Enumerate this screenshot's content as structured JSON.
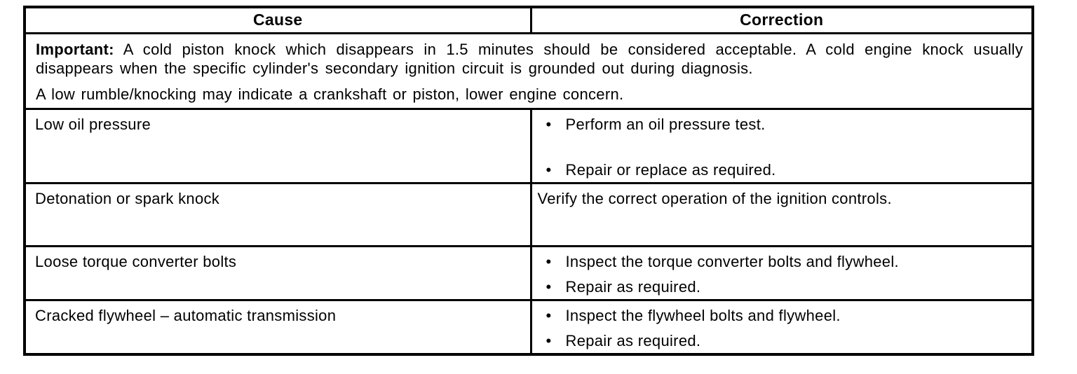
{
  "document": {
    "table": {
      "headers": {
        "cause": "Cause",
        "correction": "Correction"
      },
      "bullet_glyph": "•",
      "important_note": {
        "label": "Important:",
        "text": " A cold piston knock which disappears in 1.5 minutes should be considered acceptable. A cold engine knock usually disappears when the specific cylinder's secondary ignition circuit is grounded out during diagnosis.",
        "text2": "A low rumble/knocking may indicate a crankshaft or piston, lower engine concern."
      },
      "rows": [
        {
          "cause": "Low oil pressure",
          "corrections": [
            "Perform an oil pressure test.",
            "Repair or replace as required."
          ]
        },
        {
          "cause": "Detonation or spark knock",
          "corrections": [
            "Verify the correct operation of the ignition controls."
          ]
        },
        {
          "cause": "Loose torque converter bolts",
          "corrections": [
            "Inspect the torque converter bolts and flywheel.",
            "Repair as required."
          ]
        },
        {
          "cause": "Cracked flywheel – automatic transmission",
          "corrections": [
            "Inspect the flywheel bolts and flywheel.",
            "Repair as required."
          ]
        }
      ]
    },
    "colors": {
      "text": "#000000",
      "border": "#000000",
      "background": "#ffffff"
    }
  }
}
